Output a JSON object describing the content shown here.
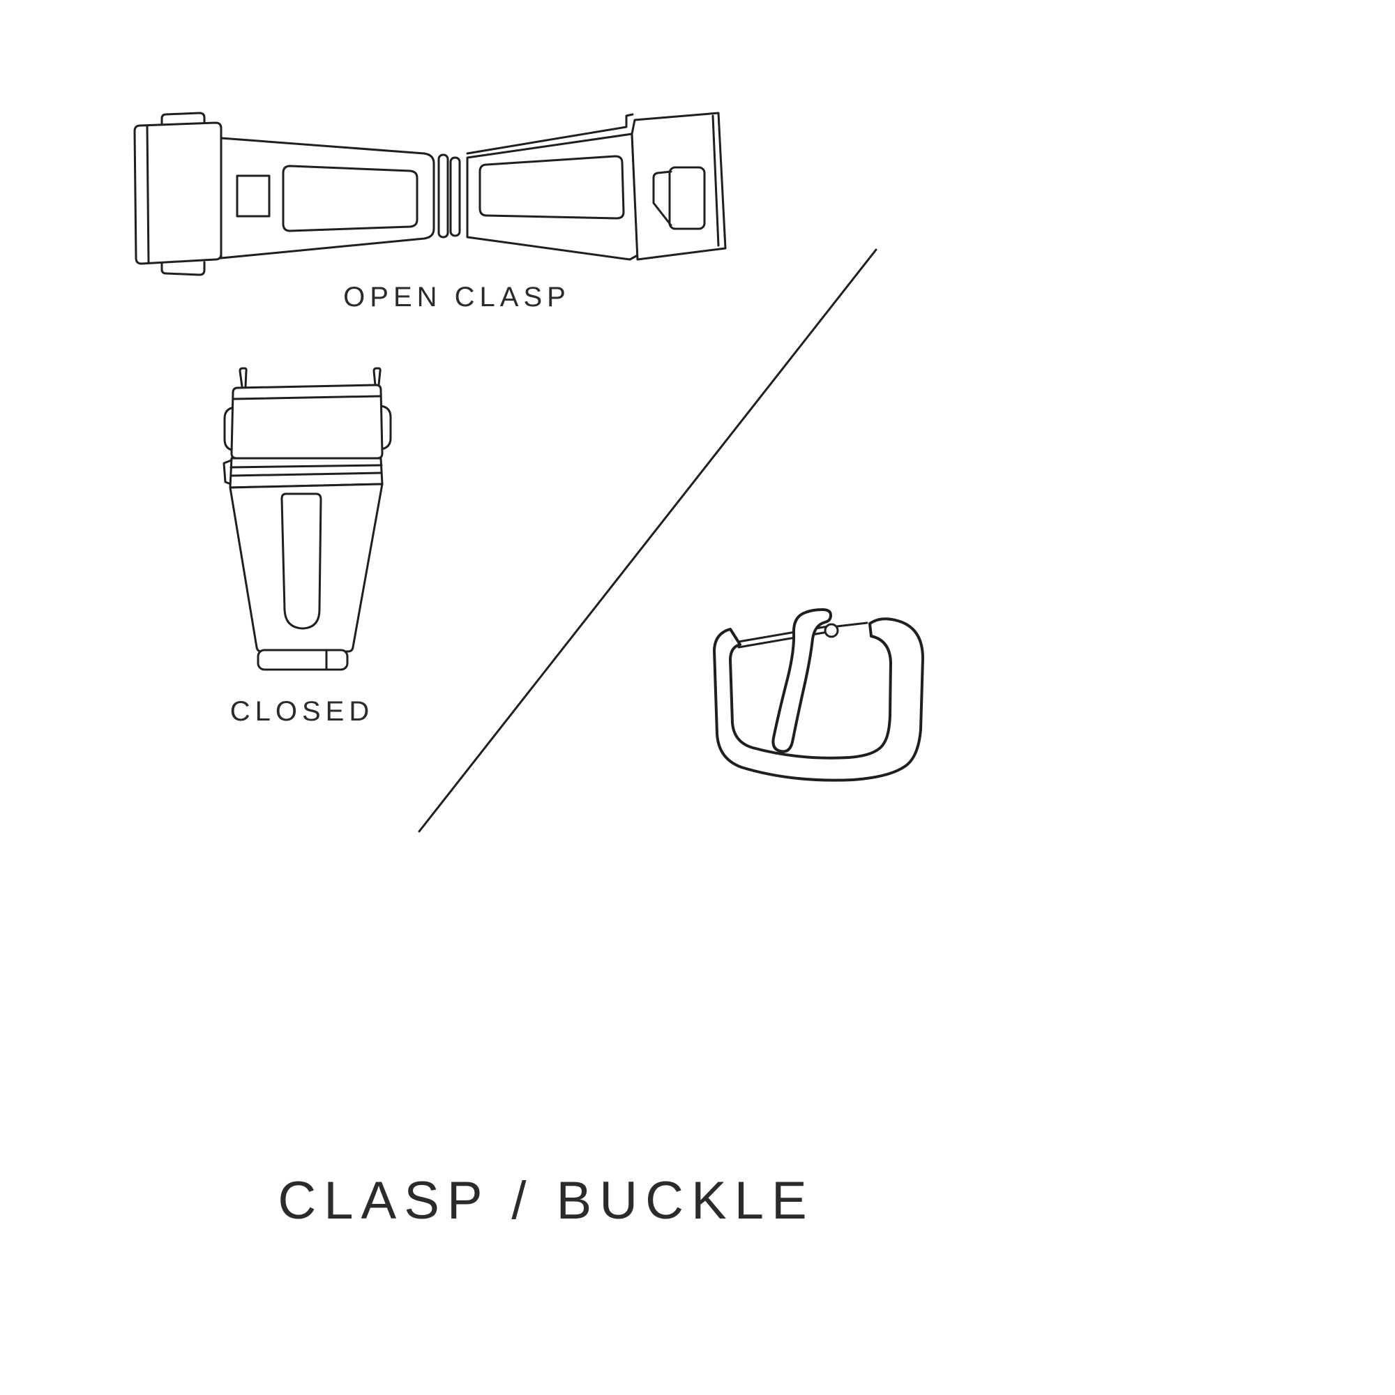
{
  "colors": {
    "background": "#ffffff",
    "ink": "#1f1f1f",
    "text": "#2b2b2b"
  },
  "figures": {
    "open_clasp": {
      "name": "open-clasp-illustration",
      "label": "OPEN CLASP"
    },
    "closed_clasp": {
      "name": "closed-clasp-illustration",
      "label": "CLOSED"
    },
    "buckle": {
      "name": "buckle-illustration"
    }
  },
  "title": "CLASP / BUCKLE"
}
